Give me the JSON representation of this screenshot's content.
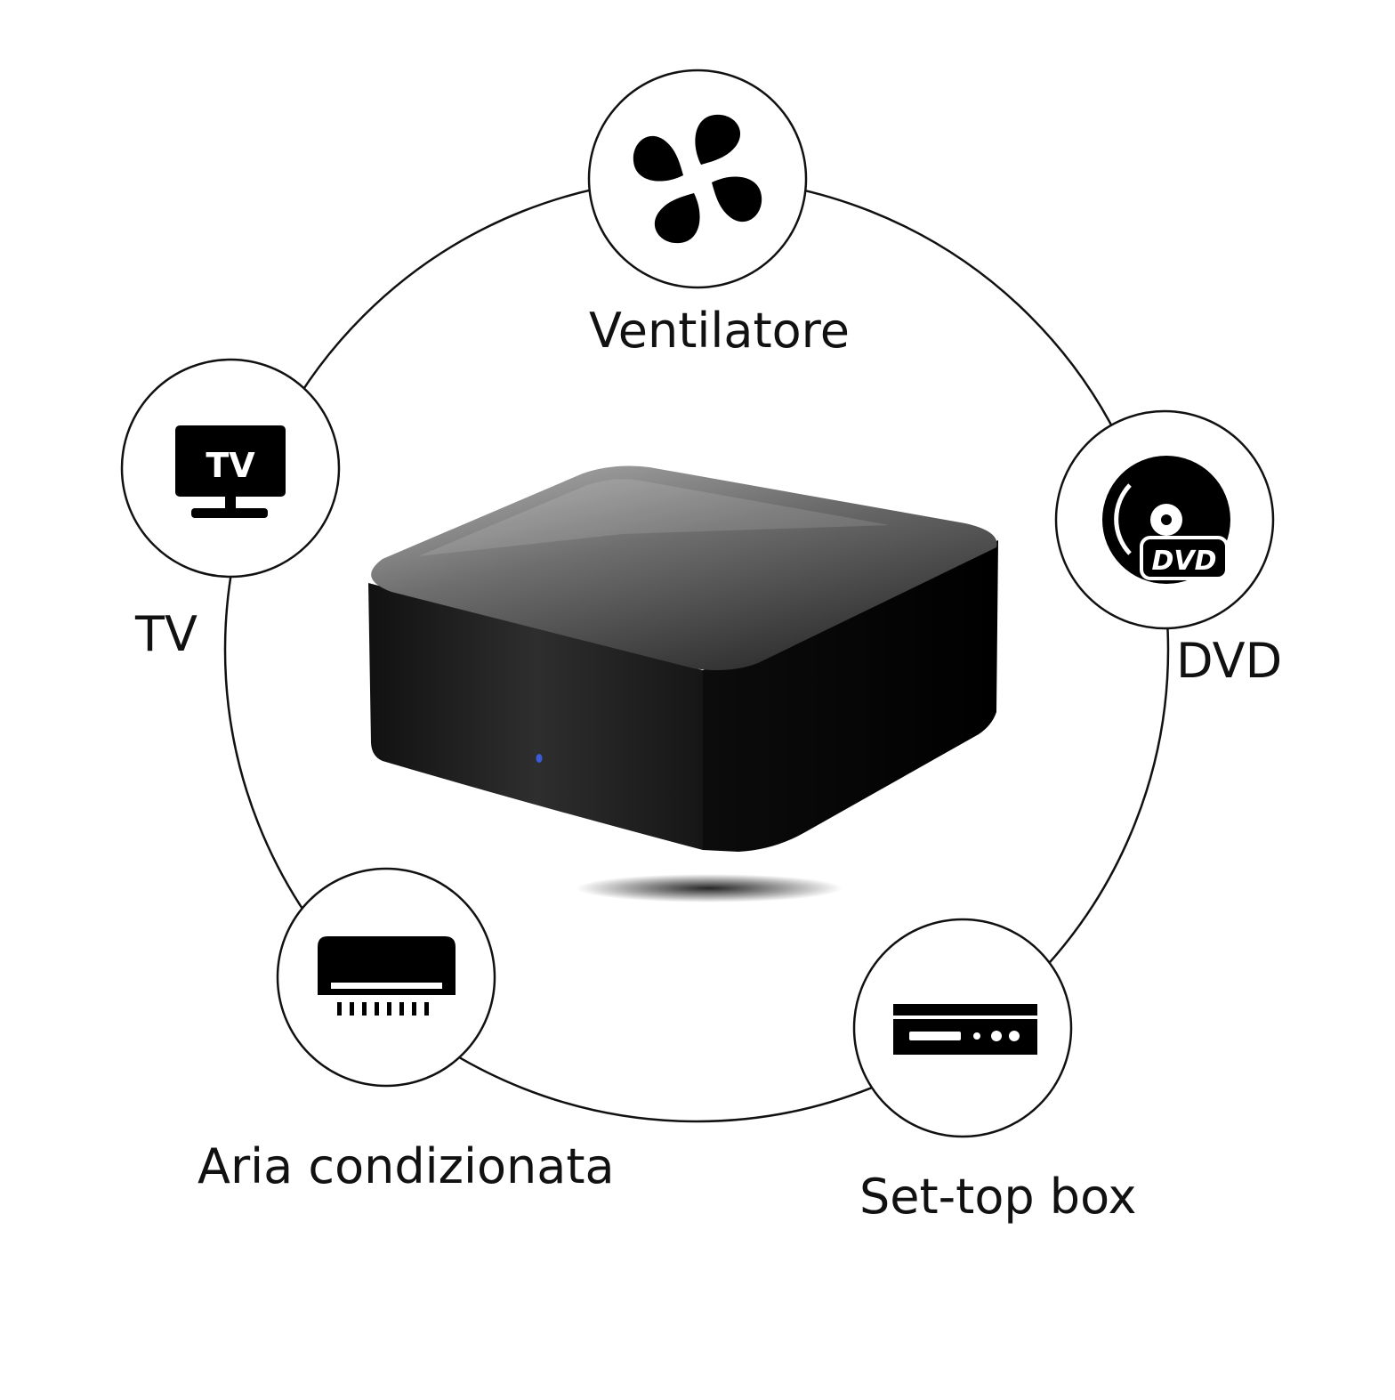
{
  "labels": {
    "fan": "Ventilatore",
    "tv": "TV",
    "dvd": "DVD",
    "air_conditioner": "Aria condizionata",
    "set_top_box": "Set-top box"
  },
  "icons": {
    "fan": "fan-icon",
    "tv": "tv-icon",
    "dvd": "dvd-disc-icon",
    "air_conditioner": "air-conditioner-icon",
    "set_top_box": "set-top-box-icon"
  },
  "tv_icon_text": "TV",
  "dvd_icon_text": "DVD",
  "colors": {
    "icon": "#000000",
    "ring": "#111111",
    "background": "#ffffff",
    "led": "#3b5bdb"
  }
}
